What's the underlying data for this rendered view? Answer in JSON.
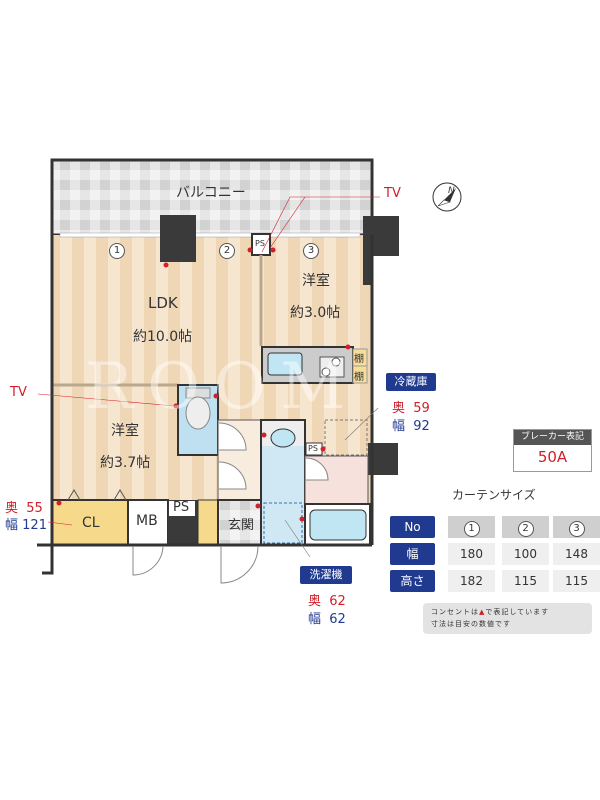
{
  "watermark": "ROOM",
  "rooms": {
    "balcony": "バルコニー",
    "ldk": {
      "name": "LDK",
      "size": "約10.0帖"
    },
    "western_room_1": {
      "name": "洋室",
      "size": "約3.0帖"
    },
    "western_room_2": {
      "name": "洋室",
      "size": "約3.7帖"
    },
    "closet": "CL",
    "meter_box": "MB",
    "pipe_space": "PS",
    "entrance": "玄関",
    "shelf": "棚"
  },
  "window_markers": [
    "1",
    "2",
    "3"
  ],
  "tv_label": "TV",
  "fridge": {
    "label": "冷蔵庫",
    "depth_label": "奥",
    "depth": "59",
    "width_label": "幅",
    "width": "92"
  },
  "washer": {
    "label": "洗濯機",
    "depth_label": "奥",
    "depth": "62",
    "width_label": "幅",
    "width": "62"
  },
  "closet_dims": {
    "depth_label": "奥",
    "depth": "55",
    "width_label": "幅",
    "width": "121"
  },
  "compass": {
    "label": "N"
  },
  "breaker": {
    "title": "ブレーカー表記",
    "value": "50A"
  },
  "curtain": {
    "title": "カーテンサイズ",
    "row_headers": [
      "No",
      "幅",
      "高さ"
    ],
    "columns": [
      {
        "no": "1",
        "width": "180",
        "height": "182"
      },
      {
        "no": "2",
        "width": "100",
        "height": "115"
      },
      {
        "no": "3",
        "width": "148",
        "height": "115"
      }
    ]
  },
  "note": {
    "line1_a": "コンセントは",
    "line1_b": "で表記しています",
    "line2": "寸法は目安の数値です"
  },
  "colors": {
    "navy": "#1f3a8f",
    "outlet_red": "#d0202a",
    "floor": "#f6e3c8",
    "wall": "#333333"
  }
}
